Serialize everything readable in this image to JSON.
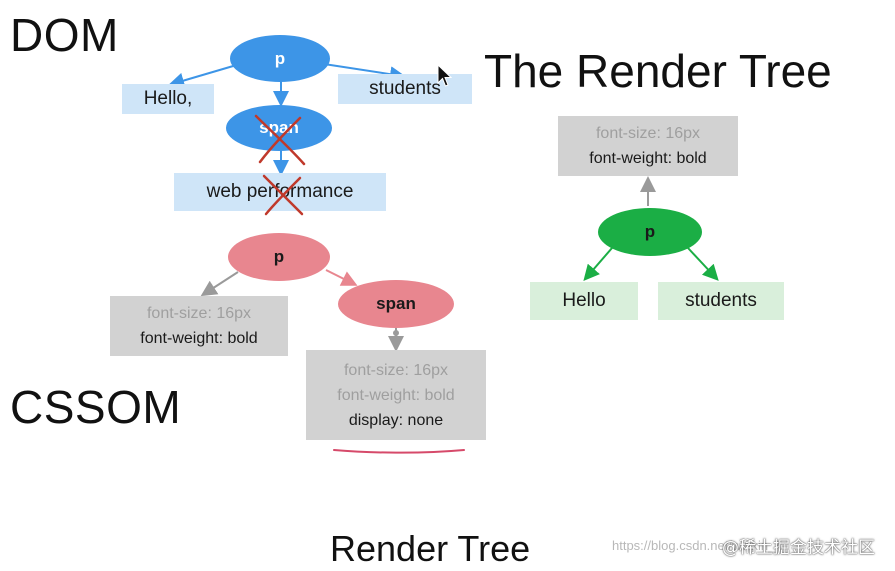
{
  "titles": {
    "dom": "DOM",
    "cssom": "CSSOM",
    "render_tree_heading": "The Render Tree",
    "bottom": "Render Tree"
  },
  "dom_tree": {
    "root": "p",
    "child_text_left": "Hello,",
    "child_text_right": "students",
    "child_element": "span",
    "grandchild_text": "web performance"
  },
  "cssom_tree": {
    "root": "p",
    "root_styles": {
      "font_size": "font-size: 16px",
      "font_weight": "font-weight: bold"
    },
    "child_element": "span",
    "child_styles": {
      "font_size": "font-size: 16px",
      "font_weight": "font-weight: bold",
      "display": "display: none"
    }
  },
  "render_tree": {
    "root": "p",
    "styles": {
      "font_size": "font-size: 16px",
      "font_weight": "font-weight: bold"
    },
    "child_left": "Hello",
    "child_right": "students"
  },
  "watermark": {
    "url": "https://blog.csdn.net/weixin_4",
    "site": "@稀土掘金技术社区"
  },
  "colors": {
    "dom_node": "#3d95e7",
    "dom_text_box": "#cfe5f8",
    "cssom_node": "#e8868f",
    "style_box": "#d2d2d2",
    "render_node": "#1bae45",
    "render_text_box": "#d9efdb",
    "strike_mark": "#c0392b",
    "underline": "#d64a6a"
  },
  "icons": [
    "cursor-arrow-icon",
    "strike-x-icon"
  ]
}
